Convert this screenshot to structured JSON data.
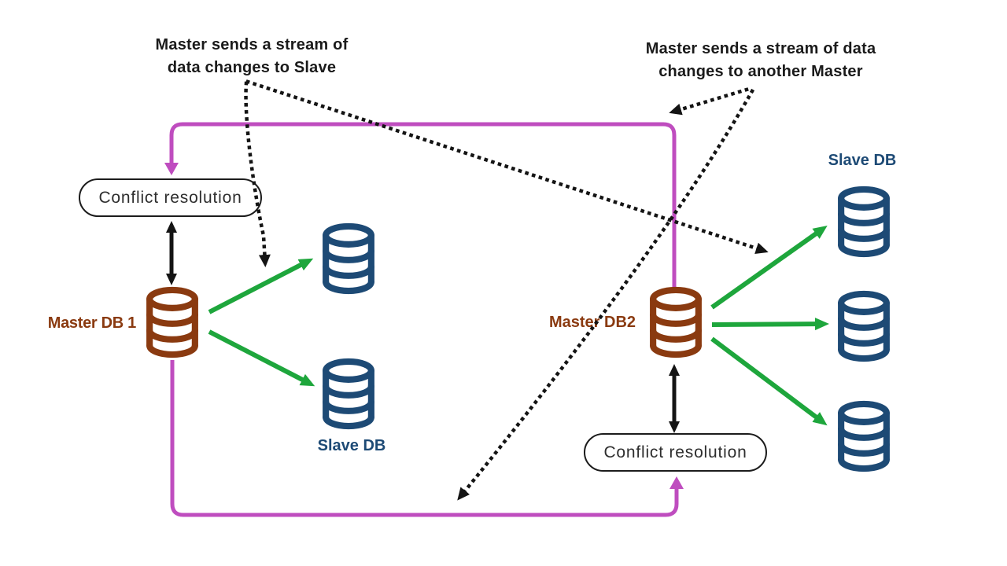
{
  "diagram": {
    "type": "database-replication-topology",
    "annotations": {
      "left": {
        "line1": "Master sends a stream of",
        "line2": "data changes to Slave"
      },
      "right": {
        "line1": "Master sends a stream of data",
        "line2": "changes to another Master"
      }
    },
    "labels": {
      "master1": "Master DB 1",
      "master2": "Master DB2",
      "slave_left": "Slave DB",
      "slave_right": "Slave DB",
      "conflict_left": "Conflict resolution",
      "conflict_right": "Conflict resolution"
    },
    "icons": {
      "master_db": "database-cylinder-icon",
      "slave_db": "database-cylinder-icon"
    },
    "edges": {
      "master_to_slave_arrows": "green solid arrows (master DB to each slave DB)",
      "master_to_master_loop": "magenta lines into each conflict-resolution box",
      "conflict_links": "black double-headed arrows between master DB and conflict-resolution box",
      "annotation_pointers": "black dotted arrows from captions to streams"
    },
    "colors": {
      "magenta": "#bf4dbf",
      "green": "#1ea63c",
      "brown": "#8a3a10",
      "blue": "#1d4a75",
      "ink": "#141414",
      "text_dark": "#1a1a1a",
      "conflict_text": "#2e2e2e",
      "bg": "#ffffff"
    }
  }
}
